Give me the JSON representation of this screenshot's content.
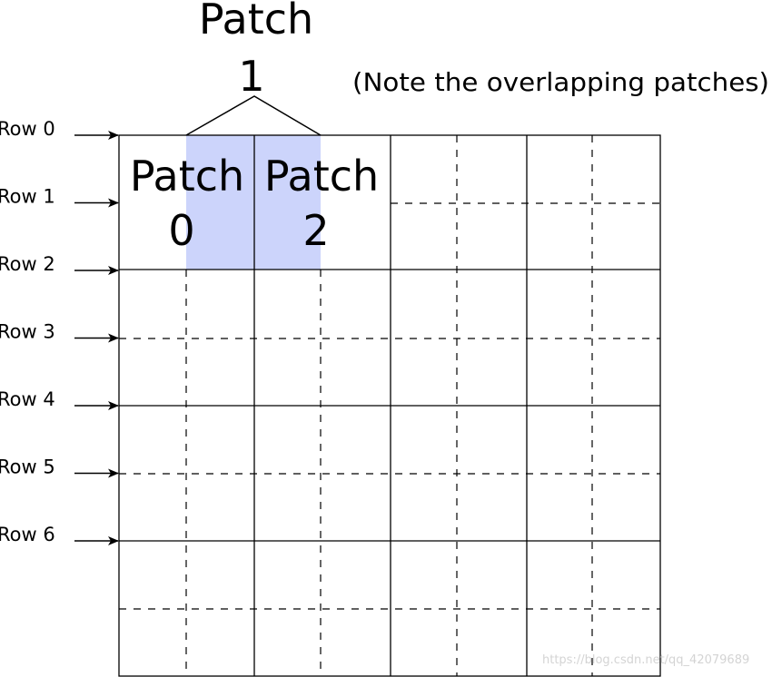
{
  "patch1": {
    "line1": "Patch",
    "line2": "1"
  },
  "patch0": {
    "line1": "Patch",
    "line2": "0"
  },
  "patch2": {
    "line1": "Patch",
    "line2": "2"
  },
  "note": "(Note the overlapping patches)",
  "rows": [
    "Row 0",
    "Row 1",
    "Row 2",
    "Row 3",
    "Row 4",
    "Row 5",
    "Row 6"
  ],
  "watermark": "https://blog.csdn.net/qq_42079689",
  "colors": {
    "patch_highlight": "#ccd4fb",
    "line": "#000000"
  }
}
